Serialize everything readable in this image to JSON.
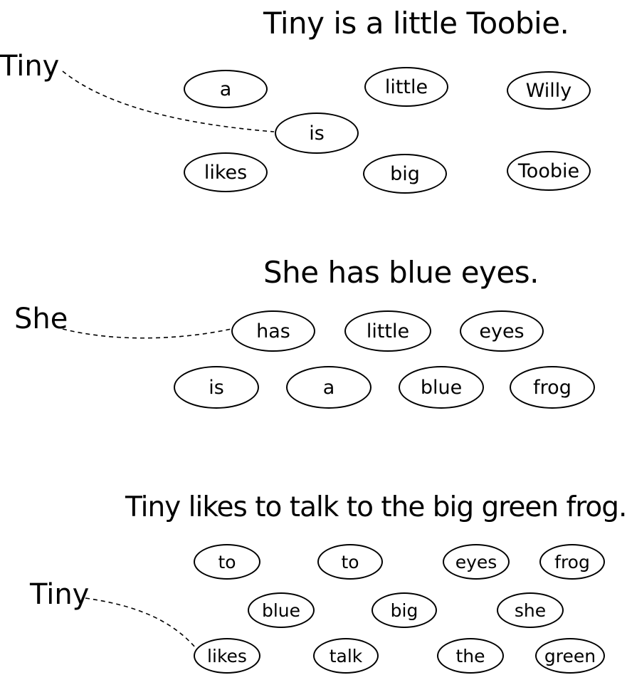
{
  "puzzles": [
    {
      "sentence": "Tiny is a little Toobie.",
      "start_word": "Tiny",
      "words": [
        "a",
        "little",
        "Willy",
        "is",
        "likes",
        "big",
        "Toobie"
      ]
    },
    {
      "sentence": "She has blue eyes.",
      "start_word": "She",
      "words": [
        "has",
        "little",
        "eyes",
        "is",
        "a",
        "blue",
        "frog"
      ]
    },
    {
      "sentence": "Tiny likes to talk to the big green frog.",
      "start_word": "Tiny",
      "words": [
        "to",
        "to",
        "eyes",
        "frog",
        "blue",
        "big",
        "she",
        "likes",
        "talk",
        "the",
        "green"
      ]
    }
  ]
}
